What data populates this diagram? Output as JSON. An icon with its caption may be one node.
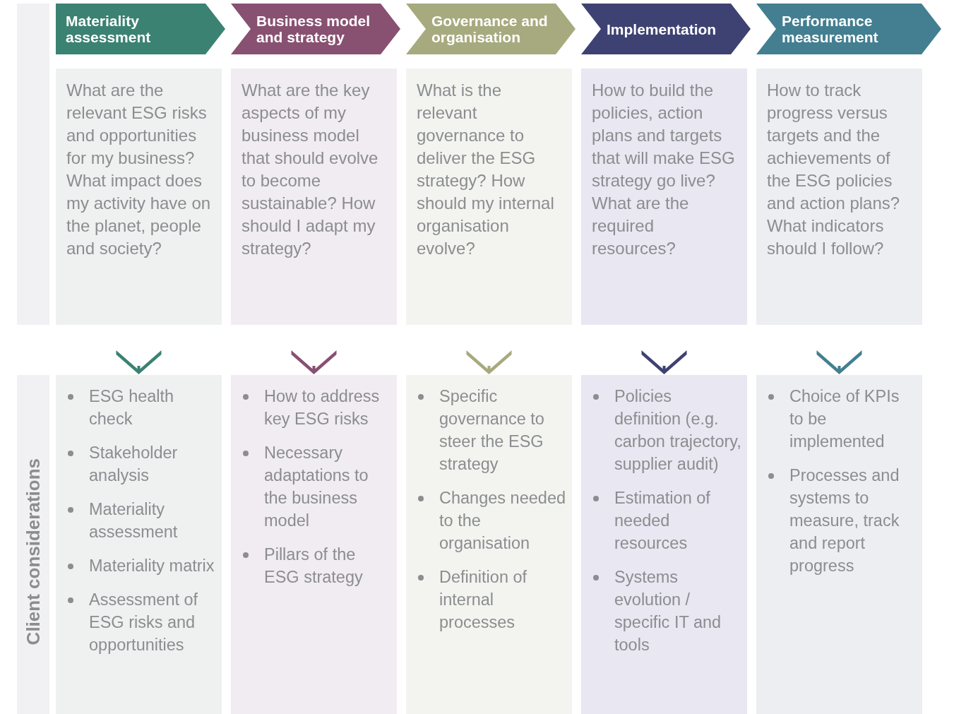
{
  "diagram": {
    "nodes": [
      {
        "text": [],
        "shape": "bar"
      },
      {
        "text": [
          "Materiality assessment"
        ]
      },
      {
        "text": [
          "Business model and strategy"
        ]
      },
      {
        "text": [
          "Governance and organisation"
        ]
      },
      {
        "text": [
          "Implementation"
        ]
      },
      {
        "text": [
          "Performance measurement"
        ]
      },
      {
        "text": [
          "What are the relevant ESG risks and opportunities for my business? What impact does my activity have on the planet, people and society?"
        ]
      },
      {
        "text": [
          "What are the key aspects of my business model that should evolve to become sustainable? How should I adapt my strategy?"
        ]
      },
      {
        "text": [
          "What is the relevant governance to deliver the ESG strategy? How should my internal organisation evolve?"
        ]
      },
      {
        "text": [
          "How to build the policies, action plans and targets that will make ESG strategy go live? What are the required resources?"
        ]
      },
      {
        "text": [
          "How to track progress versus targets and the achievements of the ESG policies and action plans? What indicators should I follow?"
        ]
      },
      {
        "text": [
          "Client considerations"
        ]
      },
      {
        "text": [
          "ESG health check",
          "Stakeholder analysis",
          "Materiality assessment",
          "Materiality matrix",
          "Assessment of ESG risks and opportunities"
        ]
      },
      {
        "text": [
          "How to address key ESG risks",
          "Necessary adaptations to the business model",
          "Pillars of the ESG strategy"
        ]
      },
      {
        "text": [
          "Specific governance to steer the ESG strategy",
          "Changes needed to the organisation",
          "Definition of internal processes"
        ]
      },
      {
        "text": [
          "Policies definition (e.g. carbon trajectory, supplier audit)",
          "Estimation of needed resources",
          "Systems evolution / specific IT and tools"
        ]
      },
      {
        "text": [
          "Choice of KPIs to be implemented",
          "Processes and systems to measure, track and report progress"
        ]
      }
    ],
    "edges": [
      {
        "from": 6,
        "to": 12,
        "arrow": "to",
        "color": "#3b8272"
      },
      {
        "from": 7,
        "to": 13,
        "arrow": "to",
        "color": "#885071"
      },
      {
        "from": 8,
        "to": 14,
        "arrow": "to",
        "color": "#a7aa7e"
      },
      {
        "from": 9,
        "to": 15,
        "arrow": "to",
        "color": "#3e4272"
      },
      {
        "from": 10,
        "to": 16,
        "arrow": "to",
        "color": "#437f90"
      }
    ]
  }
}
